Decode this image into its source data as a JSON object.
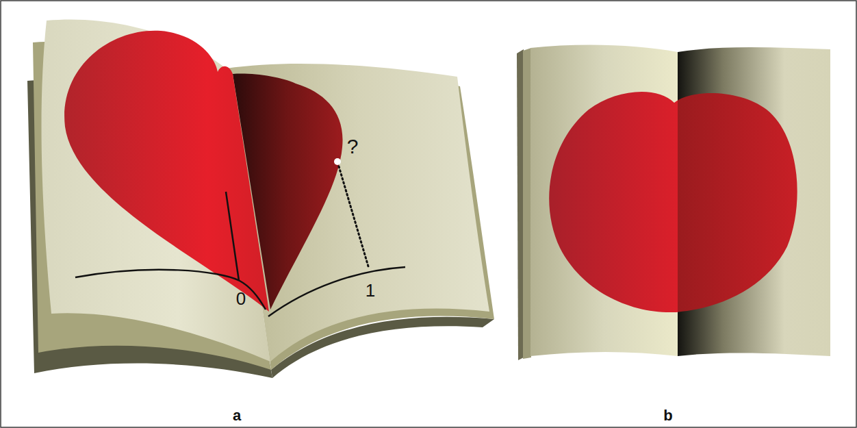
{
  "diagram": {
    "labels": [
      "0",
      "1",
      "?",
      "a",
      "b"
    ]
  }
}
